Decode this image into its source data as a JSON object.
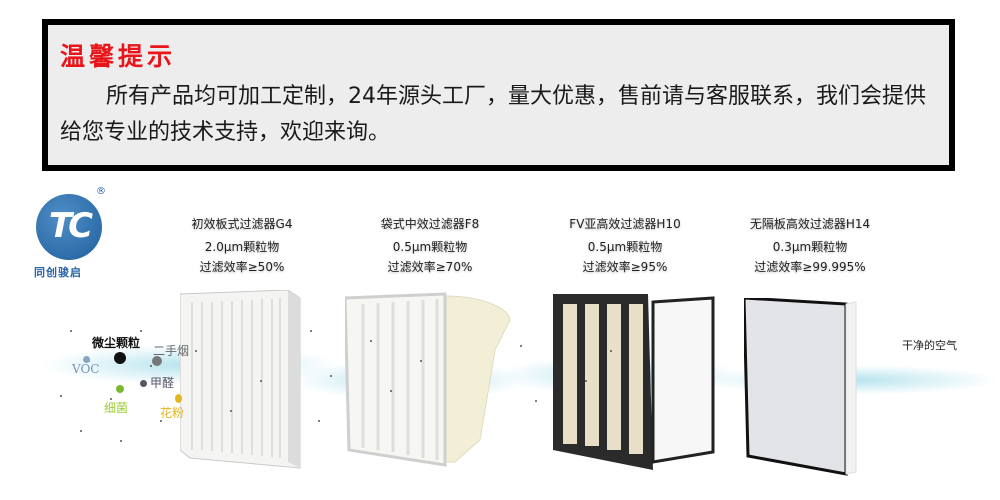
{
  "notice": {
    "title": "温馨提示",
    "body": "所有产品均可加工定制，24年源头工厂，量大优惠，售前请与客服联系，我们会提供给您专业的技术支持，欢迎来询。"
  },
  "logo": {
    "mark": "TC",
    "registered": "®",
    "name": "同创骏启",
    "color": "#1f5f9e"
  },
  "filters": [
    {
      "name": "初效板式过滤器G4",
      "particle": "2.0μm颗粒物",
      "efficiency": "过滤效率≥50%"
    },
    {
      "name": "袋式中效过滤器F8",
      "particle": "0.5μm颗粒物",
      "efficiency": "过滤效率≥70%"
    },
    {
      "name": "FV亚高效过滤器H10",
      "particle": "0.5μm颗粒物",
      "efficiency": "过滤效率≥95%"
    },
    {
      "name": "无隔板高效过滤器H14",
      "particle": "0.3μm颗粒物",
      "efficiency": "过滤效率≥99.995%"
    }
  ],
  "pollutants": [
    {
      "label": "微尘颗粒",
      "color": "#111111"
    },
    {
      "label": "二手烟",
      "color": "#666666"
    },
    {
      "label": "VOC",
      "color": "#7a93b8"
    },
    {
      "label": "甲醛",
      "color": "#555566"
    },
    {
      "label": "细菌",
      "color": "#7ab82e"
    },
    {
      "label": "花粉",
      "color": "#e6b422"
    }
  ],
  "output": {
    "label": "干净的空气"
  },
  "colors": {
    "title_red": "#e8161b",
    "notice_bg": "#eeeded",
    "border": "#000000"
  }
}
